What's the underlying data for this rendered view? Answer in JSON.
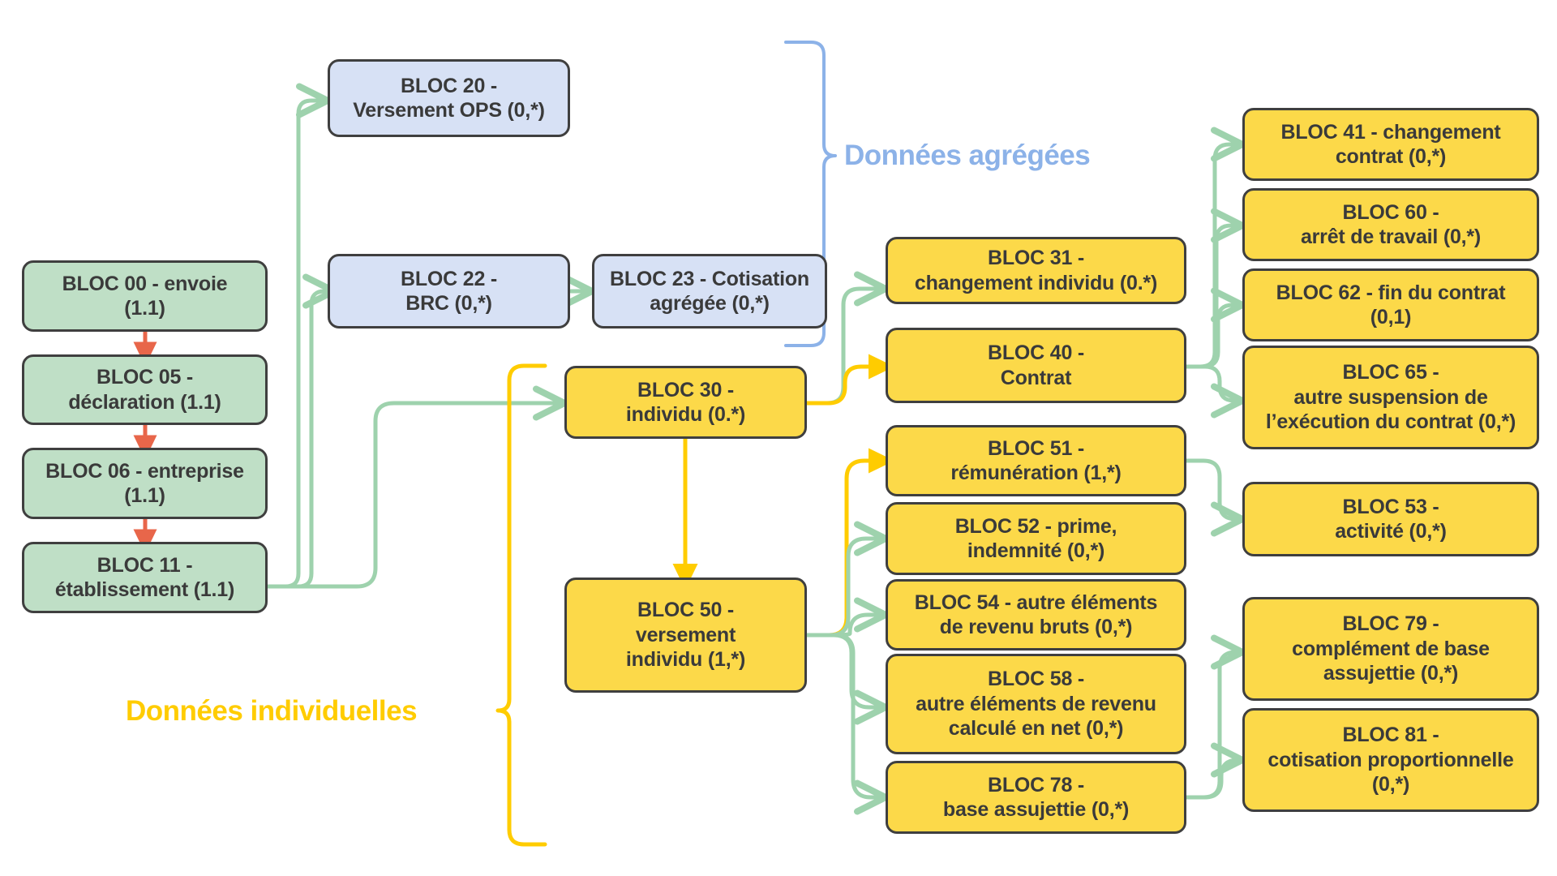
{
  "diagram": {
    "title_visible": false,
    "colors": {
      "green_fill": "#bfdfc6",
      "blue_fill": "#d7e1f5",
      "yellow_fill": "#fcd949",
      "node_border": "#3f3f3f",
      "green_edge": "#9ed2ad",
      "yellow_edge": "#ffcc00",
      "red_edge": "#e8664a",
      "blue_brace": "#8cb2e8",
      "yellow_brace": "#ffcc00",
      "agg_label_color": "#8cb2e8",
      "ind_label_color": "#ffcc00"
    },
    "group_labels": {
      "aggregated": "Données agrégées",
      "individual": "Données individuelles"
    },
    "nodes": [
      {
        "id": "bloc00",
        "label": "BLOC 00 - envoie\n(1.1)",
        "color": "green"
      },
      {
        "id": "bloc05",
        "label": "BLOC 05 -\ndéclaration (1.1)",
        "color": "green"
      },
      {
        "id": "bloc06",
        "label": "BLOC 06 - entreprise\n(1.1)",
        "color": "green"
      },
      {
        "id": "bloc11",
        "label": "BLOC 11 -\nétablissement (1.1)",
        "color": "green"
      },
      {
        "id": "bloc20",
        "label": "BLOC 20 -\nVersement OPS (0,*)",
        "color": "blue"
      },
      {
        "id": "bloc22",
        "label": "BLOC 22 -\nBRC (0,*)",
        "color": "blue"
      },
      {
        "id": "bloc23",
        "label": "BLOC 23 - Cotisation\nagrégée (0,*)",
        "color": "blue"
      },
      {
        "id": "bloc30",
        "label": "BLOC 30 -\nindividu (0.*)",
        "color": "yellow"
      },
      {
        "id": "bloc31",
        "label": "BLOC 31 -\nchangement individu (0.*)",
        "color": "yellow"
      },
      {
        "id": "bloc40",
        "label": "BLOC 40 -\nContrat",
        "color": "yellow"
      },
      {
        "id": "bloc41",
        "label": "BLOC 41 - changement\ncontrat (0,*)",
        "color": "yellow"
      },
      {
        "id": "bloc60",
        "label": "BLOC 60 -\narrêt de travail (0,*)",
        "color": "yellow"
      },
      {
        "id": "bloc62",
        "label": "BLOC 62 - fin du contrat\n(0,1)",
        "color": "yellow"
      },
      {
        "id": "bloc65",
        "label": "BLOC 65 -\nautre suspension de\nl’exécution du contrat (0,*)",
        "color": "yellow"
      },
      {
        "id": "bloc53",
        "label": "BLOC 53 -\nactivité (0,*)",
        "color": "yellow"
      },
      {
        "id": "bloc50",
        "label": "BLOC 50 -\nversement\nindividu (1,*)",
        "color": "yellow"
      },
      {
        "id": "bloc51",
        "label": "BLOC 51 -\nrémunération (1,*)",
        "color": "yellow"
      },
      {
        "id": "bloc52",
        "label": "BLOC 52 - prime,\nindemnité  (0,*)",
        "color": "yellow"
      },
      {
        "id": "bloc54",
        "label": "BLOC 54 - autre éléments\nde revenu bruts (0,*)",
        "color": "yellow"
      },
      {
        "id": "bloc58",
        "label": "BLOC 58 -\nautre éléments de revenu\ncalculé en net (0,*)",
        "color": "yellow"
      },
      {
        "id": "bloc78",
        "label": "BLOC 78 -\nbase assujettie (0,*)",
        "color": "yellow"
      },
      {
        "id": "bloc79",
        "label": "BLOC 79 -\ncomplément de base\nassujettie (0,*)",
        "color": "yellow"
      },
      {
        "id": "bloc81",
        "label": "BLOC 81 -\ncotisation proportionnelle\n(0,*)",
        "color": "yellow"
      }
    ],
    "edges": [
      {
        "from": "bloc00",
        "to": "bloc05",
        "color": "red"
      },
      {
        "from": "bloc05",
        "to": "bloc06",
        "color": "red"
      },
      {
        "from": "bloc06",
        "to": "bloc11",
        "color": "red"
      },
      {
        "from": "bloc11",
        "to": "bloc20",
        "color": "green"
      },
      {
        "from": "bloc11",
        "to": "bloc22",
        "color": "green"
      },
      {
        "from": "bloc11",
        "to": "bloc30",
        "color": "green"
      },
      {
        "from": "bloc22",
        "to": "bloc23",
        "color": "green"
      },
      {
        "from": "bloc30",
        "to": "bloc31",
        "color": "green"
      },
      {
        "from": "bloc30",
        "to": "bloc40",
        "color": "yellow"
      },
      {
        "from": "bloc30",
        "to": "bloc50",
        "color": "yellow"
      },
      {
        "from": "bloc40",
        "to": "bloc41",
        "color": "green"
      },
      {
        "from": "bloc40",
        "to": "bloc60",
        "color": "green"
      },
      {
        "from": "bloc40",
        "to": "bloc62",
        "color": "green"
      },
      {
        "from": "bloc40",
        "to": "bloc65",
        "color": "green"
      },
      {
        "from": "bloc51",
        "to": "bloc53",
        "color": "green"
      },
      {
        "from": "bloc50",
        "to": "bloc51",
        "color": "yellow"
      },
      {
        "from": "bloc50",
        "to": "bloc52",
        "color": "green"
      },
      {
        "from": "bloc50",
        "to": "bloc54",
        "color": "green"
      },
      {
        "from": "bloc50",
        "to": "bloc58",
        "color": "green"
      },
      {
        "from": "bloc50",
        "to": "bloc78",
        "color": "green"
      },
      {
        "from": "bloc78",
        "to": "bloc79",
        "color": "green"
      },
      {
        "from": "bloc78",
        "to": "bloc81",
        "color": "green"
      }
    ]
  }
}
